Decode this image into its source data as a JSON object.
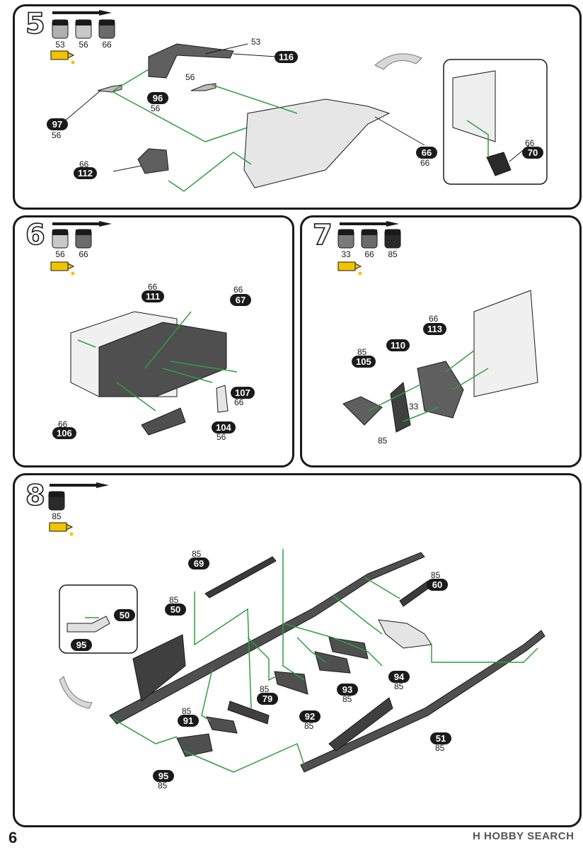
{
  "page_number": "6",
  "watermark": "H HOBBY SEARCH",
  "steps": [
    {
      "number": "5",
      "paints": [
        "53",
        "56",
        "66"
      ],
      "callouts": [
        "53",
        "116",
        "56",
        "96",
        "56",
        "97",
        "56",
        "66",
        "112",
        "66",
        "70",
        "66",
        "66"
      ]
    },
    {
      "number": "6",
      "paints": [
        "56",
        "66"
      ],
      "callouts": [
        "66",
        "111",
        "66",
        "67",
        "107",
        "66",
        "104",
        "56",
        "66",
        "106"
      ]
    },
    {
      "number": "7",
      "paints": [
        "33",
        "66",
        "85"
      ],
      "callouts": [
        "66",
        "113",
        "110",
        "85",
        "105",
        "33",
        "85"
      ]
    },
    {
      "number": "8",
      "paints": [
        "85"
      ],
      "callouts": [
        "85",
        "69",
        "85",
        "60",
        "50",
        "95",
        "85",
        "50",
        "85",
        "79",
        "85",
        "91",
        "94",
        "85",
        "93",
        "85",
        "92",
        "85",
        "51",
        "85",
        "95",
        "85"
      ]
    }
  ],
  "colors": {
    "accent_green": "#2f9e3f",
    "ink": "#1a1a1a",
    "glue_yellow": "#f2c400",
    "part_grey": "#6b6b6b"
  },
  "icons": [
    "paint-brush-icon",
    "glue-tube-icon",
    "paint-pot-icon",
    "rotate-arrow-icon"
  ]
}
